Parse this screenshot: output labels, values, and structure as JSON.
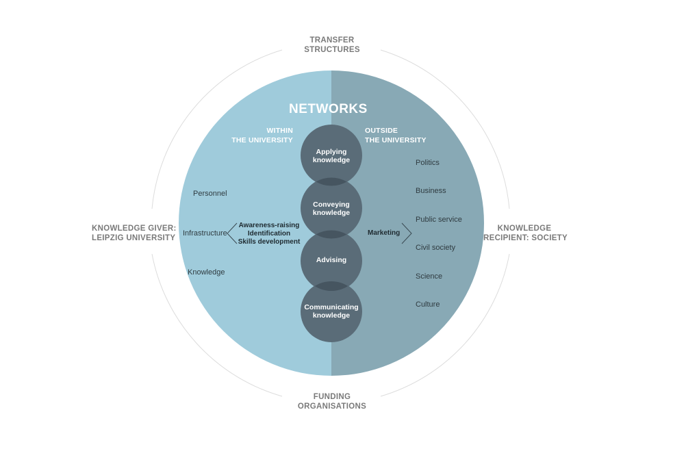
{
  "outer_labels": {
    "top": [
      "TRANSFER",
      "STRUCTURES"
    ],
    "bottom": [
      "FUNDING",
      "ORGANISATIONS"
    ],
    "left": [
      "KNOWLEDGE GIVER:",
      "LEIPZIG UNIVERSITY"
    ],
    "right": [
      "KNOWLEDGE",
      "RECIPIENT: SOCIETY"
    ]
  },
  "title": "NETWORKS",
  "within": [
    "WITHIN",
    "THE UNIVERSITY"
  ],
  "outside": [
    "OUTSIDE",
    "THE UNIVERSITY"
  ],
  "left_items": [
    "Personnel",
    "Infrastructure",
    "Knowledge"
  ],
  "left_center": [
    "Awareness-raising",
    "Identification",
    "Skills development"
  ],
  "right_center": "Marketing",
  "right_items": [
    "Politics",
    "Business",
    "Public service",
    "Civil society",
    "Science",
    "Culture"
  ],
  "circles": [
    [
      "Applying",
      "knowledge"
    ],
    [
      "Conveying",
      "knowledge"
    ],
    [
      "Advising"
    ],
    [
      "Communicating",
      "knowledge"
    ]
  ],
  "colors": {
    "left_half": "#9fcbdb",
    "right_half": "#88a9b5",
    "inner_circle": "#5a6c78",
    "overlap": "#465560",
    "outer_ring": "#dcdcdc"
  }
}
